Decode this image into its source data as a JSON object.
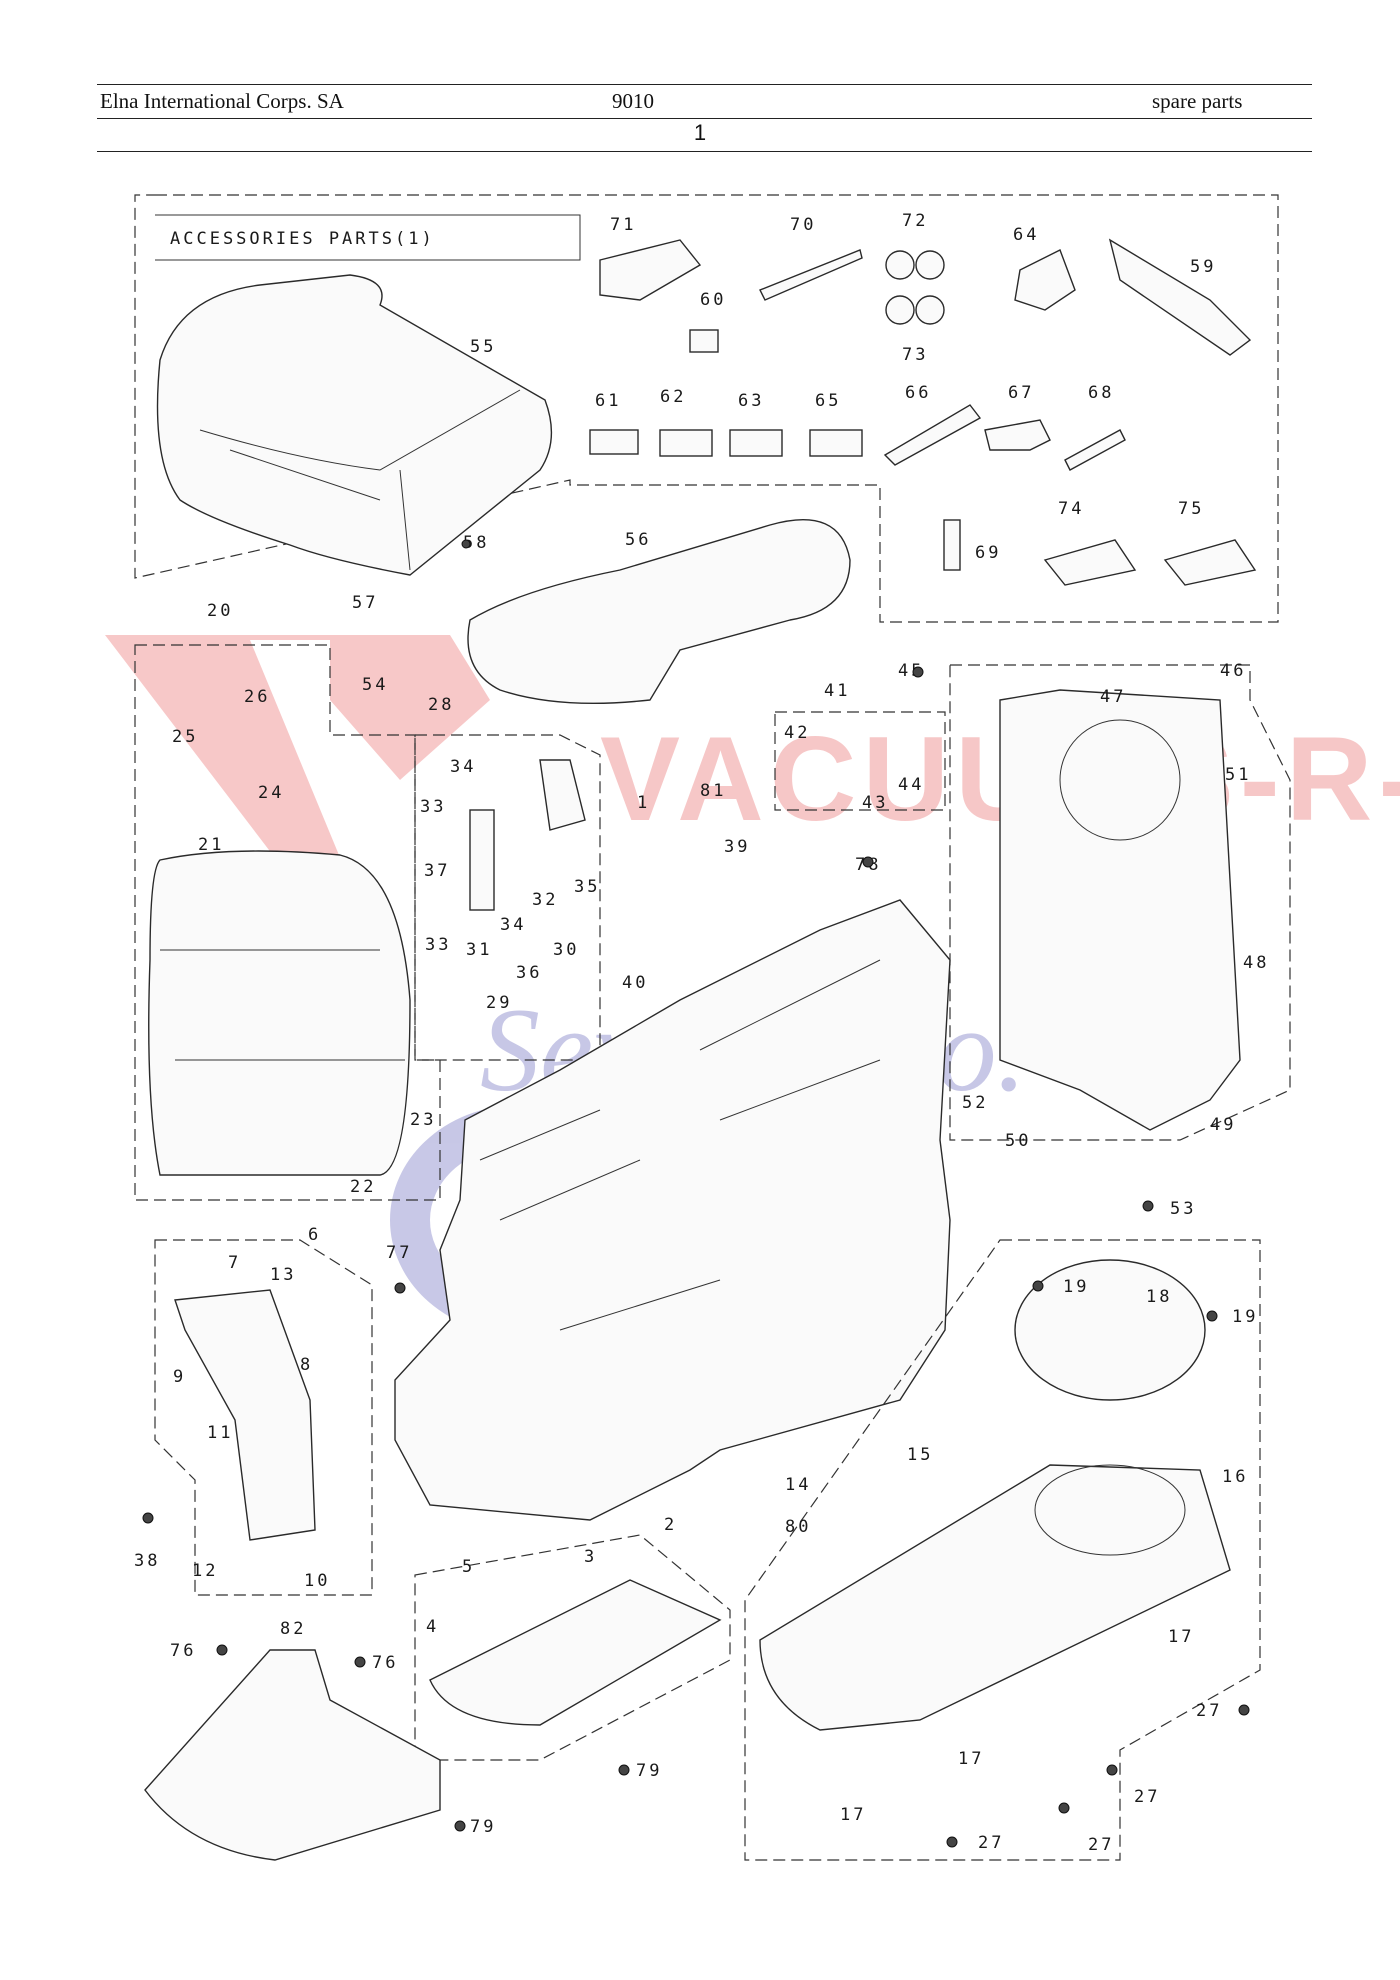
{
  "header": {
    "company": "Elna International Corps. SA",
    "model": "9010",
    "doc_type": "spare parts",
    "page_number": "1"
  },
  "diagram": {
    "box_title": "ACCESSORIES PARTS(1)",
    "watermark_text": [
      "VACUUMS-R-US",
      "Sewing Co."
    ],
    "watermark_colors": {
      "red": "#e23a3a",
      "blue": "#3a3aa8"
    },
    "part_labels": [
      "71",
      "70",
      "72",
      "73",
      "64",
      "59",
      "60",
      "55",
      "61",
      "62",
      "63",
      "65",
      "66",
      "67",
      "68",
      "69",
      "74",
      "75",
      "56",
      "58",
      "57",
      "20",
      "54",
      "26",
      "25",
      "24",
      "21",
      "28",
      "34",
      "33",
      "37",
      "31",
      "32",
      "35",
      "1",
      "81",
      "39",
      "41",
      "42",
      "43",
      "44",
      "45",
      "46",
      "47",
      "51",
      "48",
      "52",
      "50",
      "49",
      "53",
      "78",
      "40",
      "36",
      "30",
      "29",
      "23",
      "22",
      "6",
      "7",
      "13",
      "77",
      "8",
      "9",
      "11",
      "38",
      "12",
      "10",
      "19",
      "18",
      "19",
      "15",
      "16",
      "14",
      "80",
      "2",
      "3",
      "5",
      "4",
      "82",
      "76",
      "76",
      "79",
      "79",
      "17",
      "17",
      "17",
      "27",
      "27",
      "27",
      "27",
      "34",
      "33"
    ]
  }
}
